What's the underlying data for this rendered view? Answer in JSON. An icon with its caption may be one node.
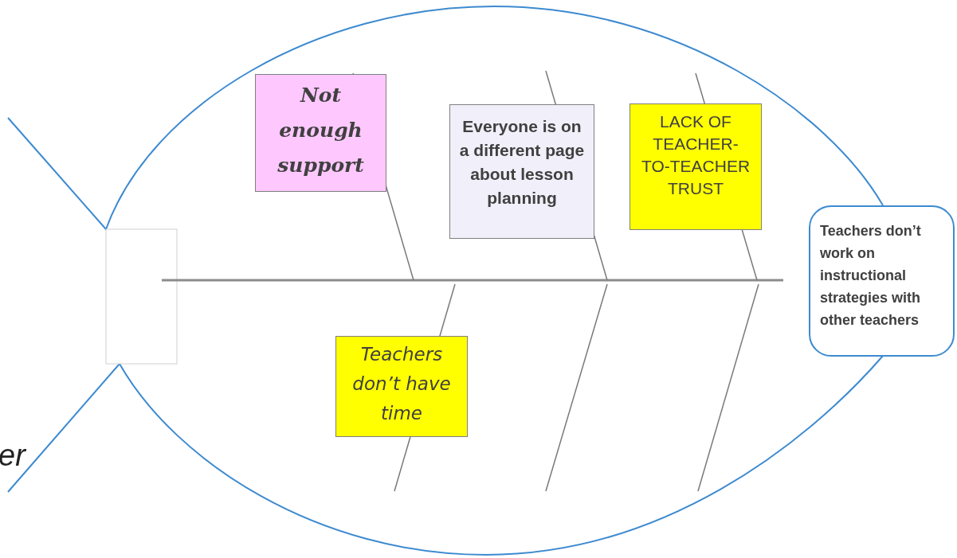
{
  "diagram": {
    "nodes": [
      {
        "text": [
          "Not enough support"
        ]
      },
      {
        "text": [
          "Everyone is on a different page about lesson planning"
        ]
      },
      {
        "text": [
          "LACK OF TEACHER-TO-TEACHER TRUST"
        ]
      },
      {
        "text": [
          "Teachers don’t have time"
        ]
      },
      {
        "text": [
          "Teachers don’t work on instructional strategies with other teachers"
        ]
      }
    ],
    "labels": [
      "er"
    ]
  }
}
